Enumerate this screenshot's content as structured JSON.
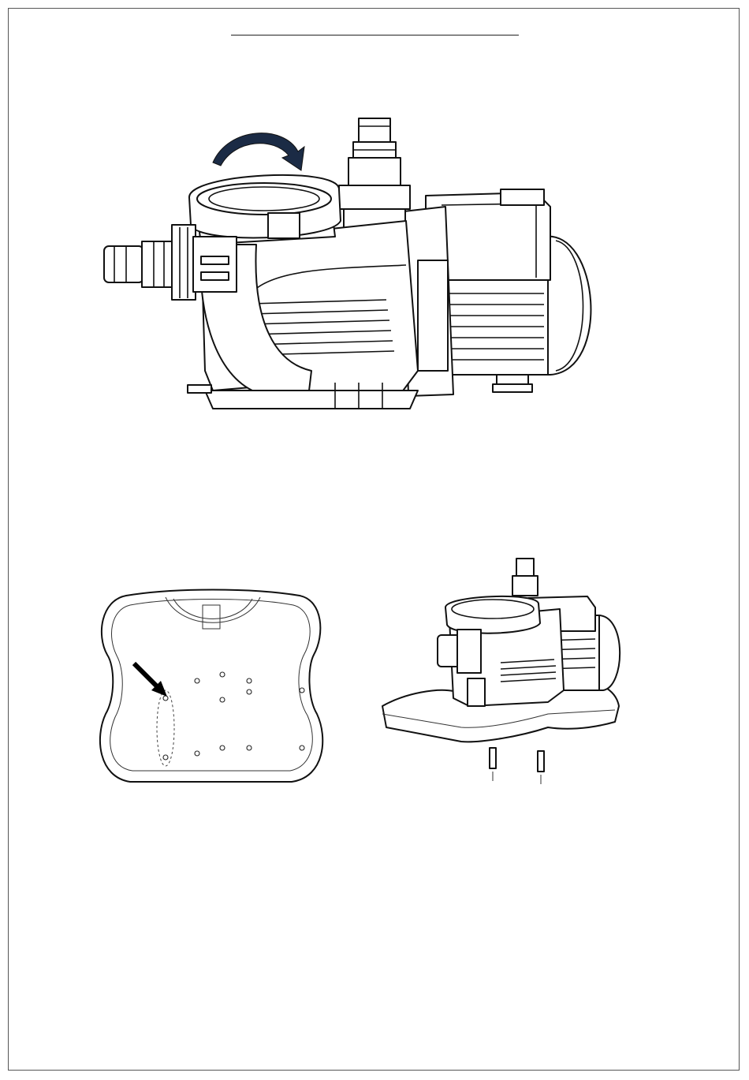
{
  "figures": {
    "pump": {
      "icon": "pump-illustration",
      "arrow_icon": "rotate-clockwise-arrow-icon"
    },
    "base_plate": {
      "icon": "base-plate-top-view",
      "arrow_icon": "pointer-arrow-icon"
    },
    "mounted_pump": {
      "icon": "pump-on-base-illustration",
      "screw_icon": "mounting-screw-icon"
    }
  },
  "colors": {
    "line": "#111111",
    "arrow_fill": "#1b2b45",
    "frame": "#555555"
  }
}
